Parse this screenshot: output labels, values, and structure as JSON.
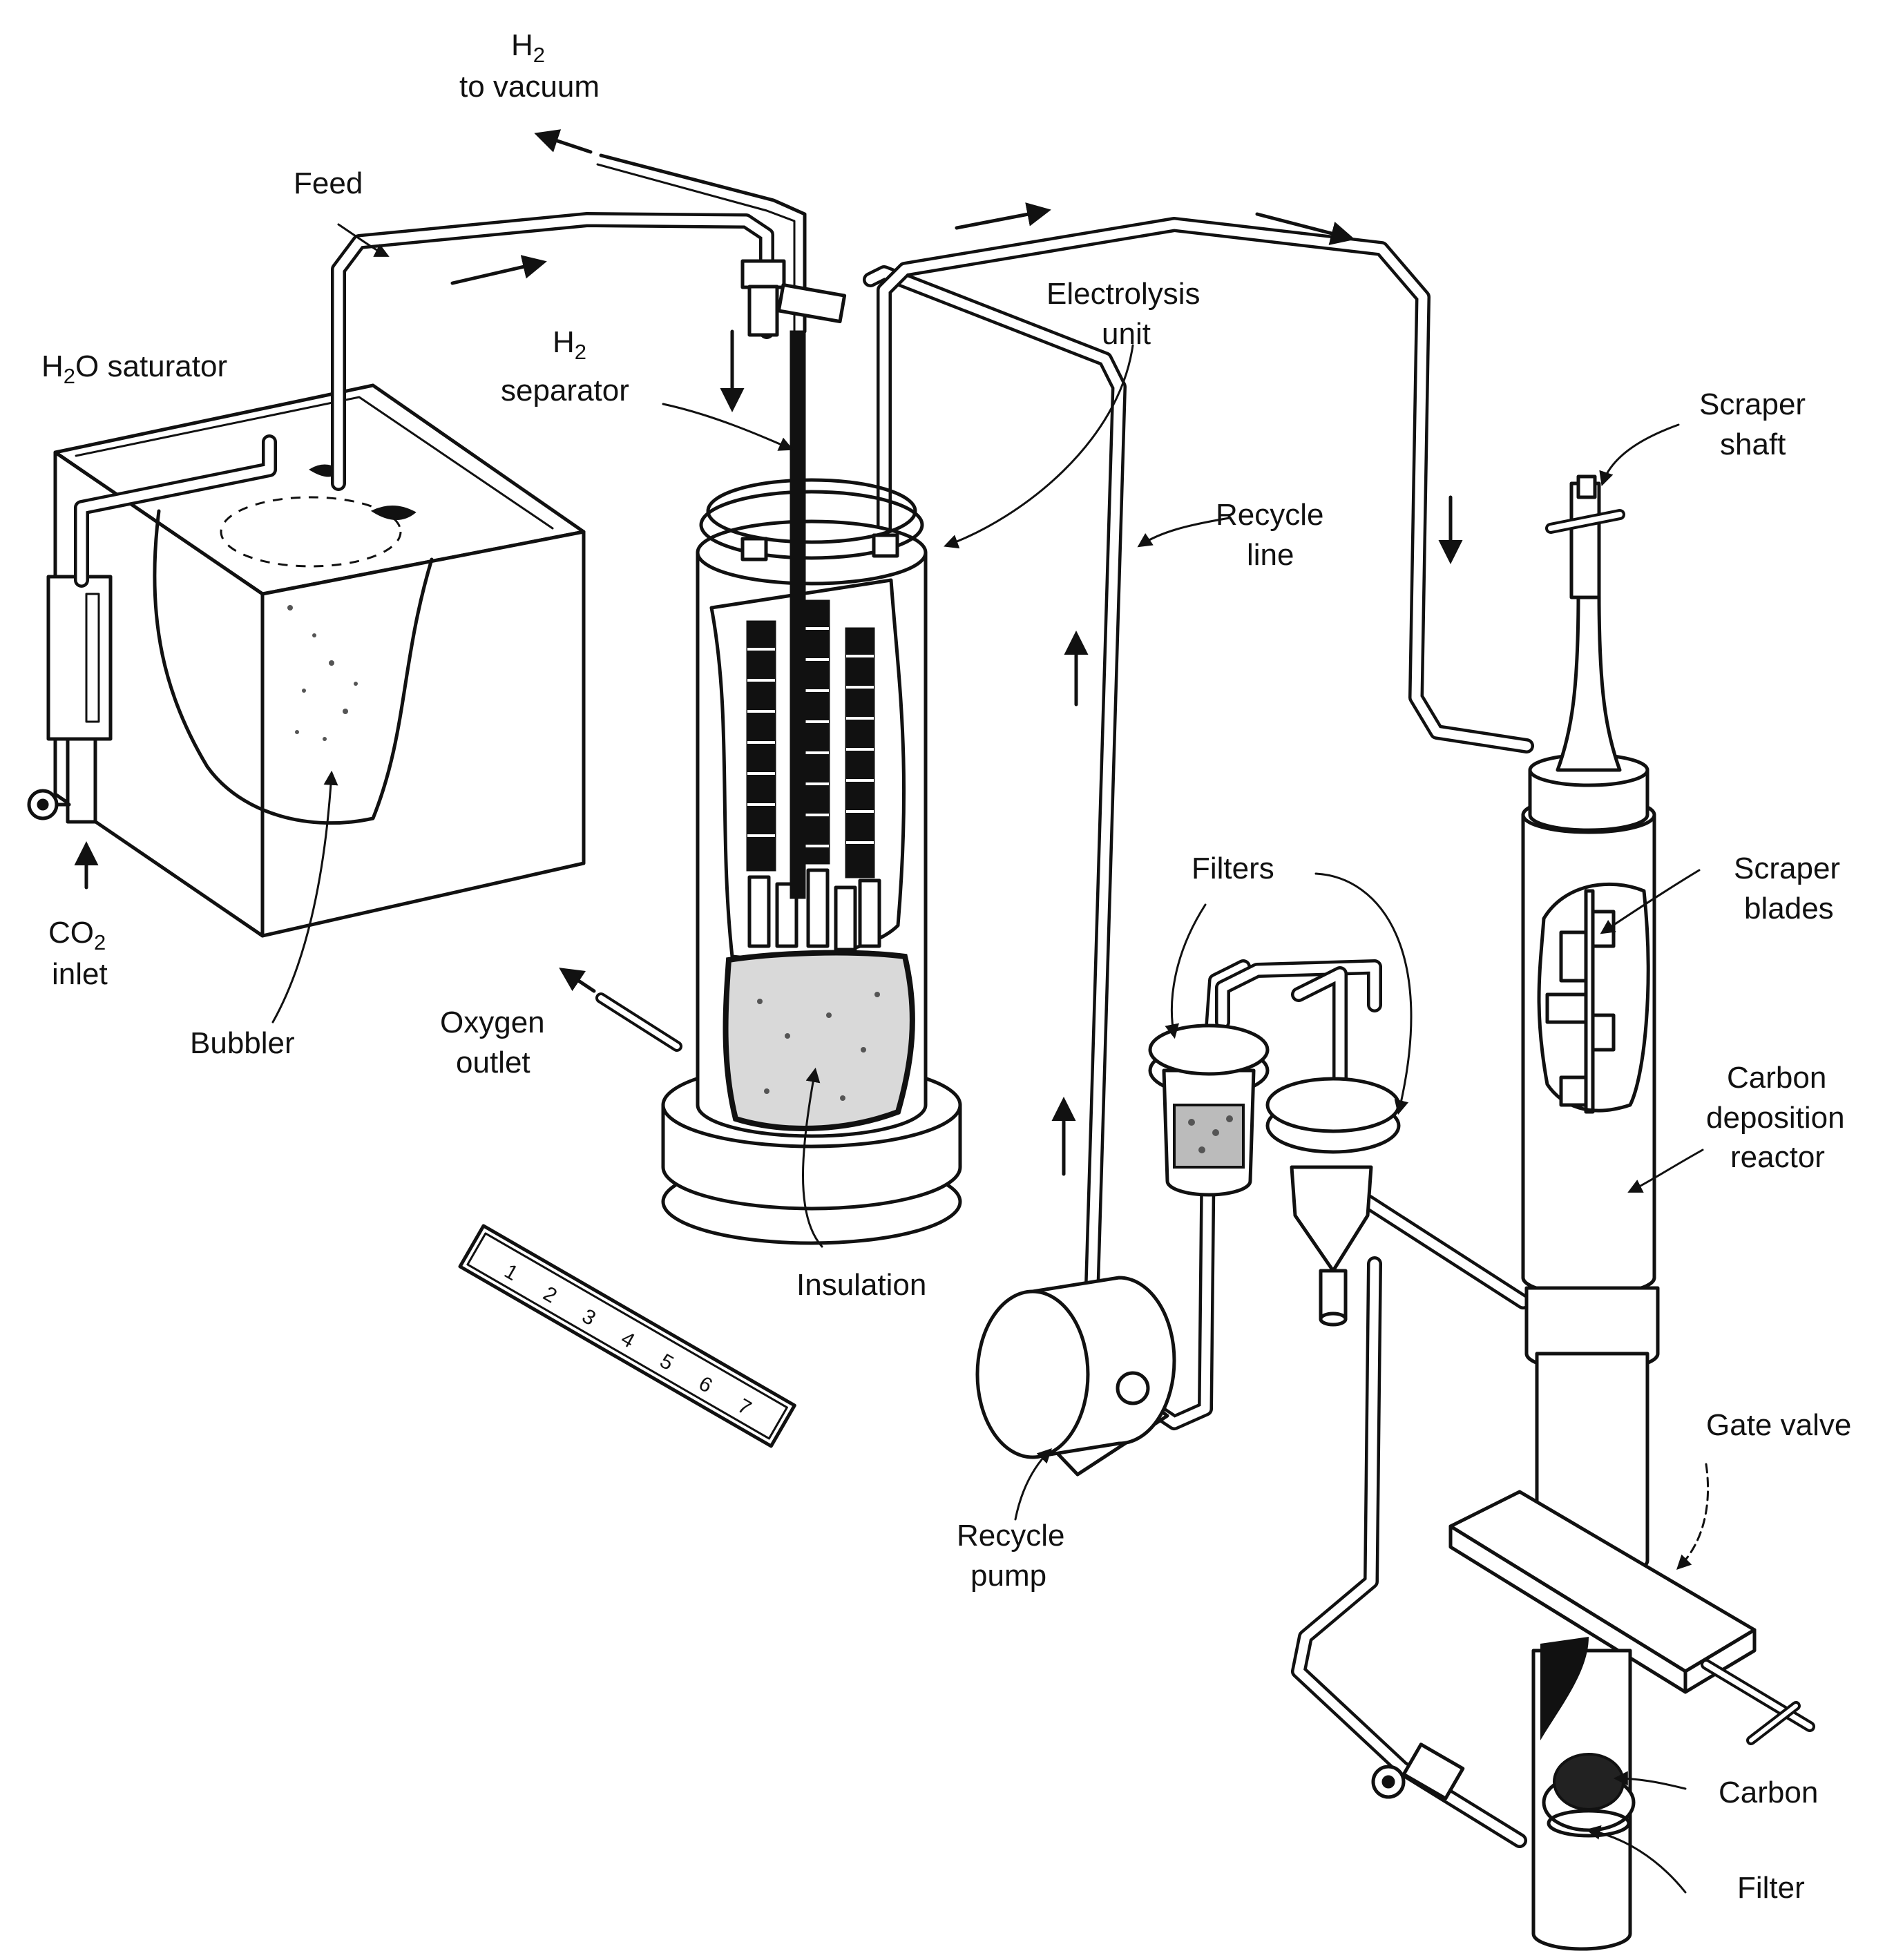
{
  "labels": {
    "h2_vacuum": {
      "main": "H",
      "sub": "2",
      "line2": "to vacuum"
    },
    "feed": "Feed",
    "h2o_saturator": {
      "main": "H",
      "sub": "2",
      "rest": "O saturator"
    },
    "h2_separator": {
      "main": "H",
      "sub": "2",
      "line2": "separator"
    },
    "electrolysis_unit": {
      "line1": "Electrolysis",
      "line2": "unit"
    },
    "scraper_shaft": {
      "line1": "Scraper",
      "line2": "shaft"
    },
    "recycle_line": {
      "line1": "Recycle",
      "line2": "line"
    },
    "co2_inlet": {
      "main": "CO",
      "sub": "2",
      "line2": "inlet"
    },
    "bubbler": "Bubbler",
    "oxygen_outlet": {
      "line1": "Oxygen",
      "line2": "outlet"
    },
    "filters": "Filters",
    "scraper_blades": {
      "line1": "Scraper",
      "line2": "blades"
    },
    "carbon_deposition_reactor": {
      "line1": "Carbon",
      "line2": "deposition",
      "line3": "reactor"
    },
    "insulation": "Insulation",
    "recycle_pump": {
      "line1": "Recycle",
      "line2": "pump"
    },
    "gate_valve": "Gate valve",
    "carbon": "Carbon",
    "filter": "Filter"
  },
  "ruler": {
    "ticks": [
      "1",
      "2",
      "3",
      "4",
      "5",
      "6",
      "7"
    ]
  },
  "colors": {
    "ink": "#111111",
    "paper": "#ffffff"
  }
}
